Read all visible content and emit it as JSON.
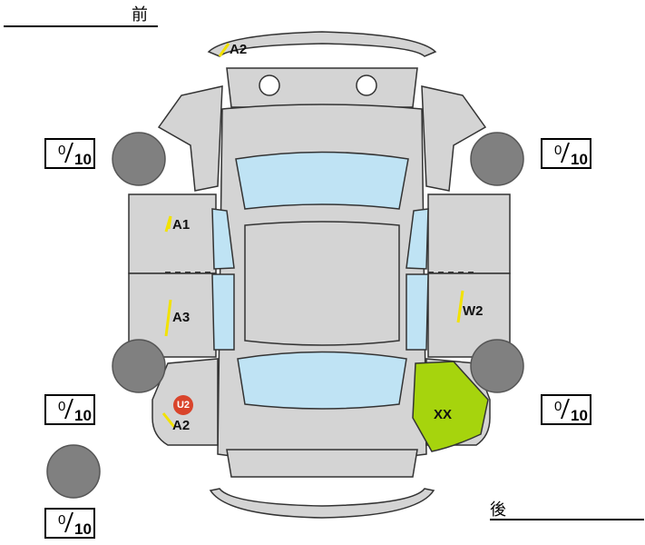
{
  "labels": {
    "front": "前",
    "rear": "後"
  },
  "tire_scores": [
    {
      "id": "front-left",
      "value": "0",
      "max": "10"
    },
    {
      "id": "front-right",
      "value": "0",
      "max": "10"
    },
    {
      "id": "rear-left",
      "value": "0",
      "max": "10"
    },
    {
      "id": "rear-right",
      "value": "0",
      "max": "10"
    },
    {
      "id": "spare",
      "value": "0",
      "max": "10"
    }
  ],
  "damage_marks": [
    {
      "id": "front-bumper",
      "code": "A2"
    },
    {
      "id": "left-front-door",
      "code": "A1"
    },
    {
      "id": "left-rear-door",
      "code": "A3"
    },
    {
      "id": "left-rear-quarter",
      "code": "A2"
    },
    {
      "id": "right-rear-door",
      "code": "W2"
    },
    {
      "id": "right-rear-quarter",
      "code": "XX"
    }
  ],
  "badges": [
    {
      "id": "left-rear-quarter-badge",
      "code": "U2"
    }
  ],
  "colors": {
    "body": "#d4d4d4",
    "glass": "#bfe3f4",
    "tire": "#808080",
    "highlight": "#a6d40d",
    "mark": "#f2e200",
    "badge": "#d9442b",
    "outline": "#333333"
  }
}
